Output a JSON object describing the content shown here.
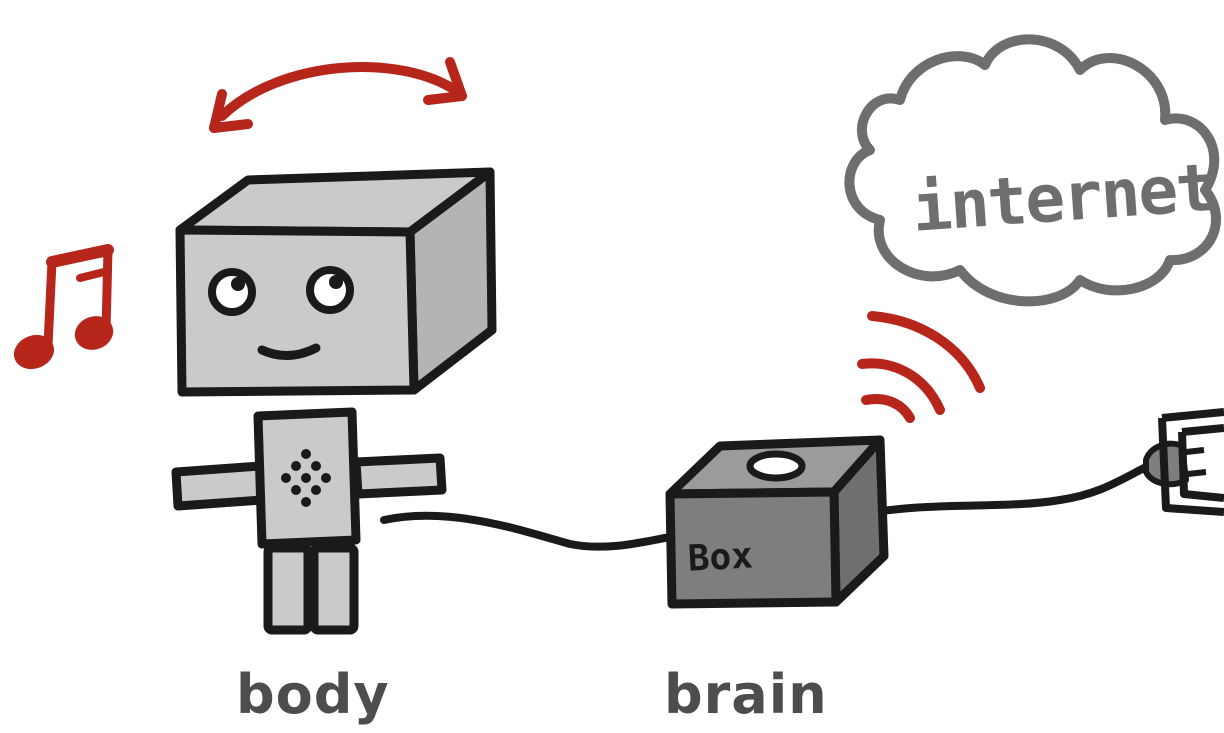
{
  "labels": {
    "body": "body",
    "brain": "brain",
    "cloud": "internet",
    "box": "Box"
  },
  "colors": {
    "ink": "#1a1a1a",
    "robot_fill": "#c9cacc",
    "robot_side": "#b3b4b6",
    "box_fill": "#7d7e80",
    "box_top": "#9a9b9d",
    "accent_red": "#b7261b",
    "cloud_stroke": "#6e6e6e",
    "caption": "#4d4d4d"
  },
  "icons": [
    "music-note-icon",
    "rotate-arrow-icon",
    "wifi-signal-icon",
    "cloud-icon",
    "power-plug-icon",
    "power-outlet-icon"
  ]
}
